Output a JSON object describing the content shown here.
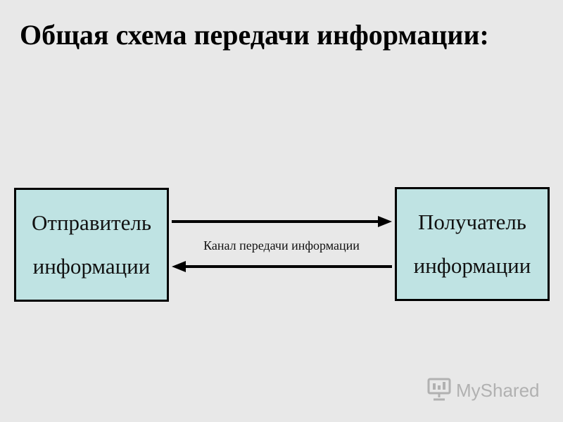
{
  "title": "Общая схема передачи информации:",
  "sender": {
    "line1": "Отправитель",
    "line2": "информации"
  },
  "receiver": {
    "line1": "Получатель",
    "line2": "информации"
  },
  "channel_label": "Канал передачи информации",
  "watermark": "MyShared",
  "colors": {
    "background": "#e8e8e8",
    "box_fill": "#bfe3e3",
    "box_border": "#000000",
    "arrow": "#000000"
  },
  "icons": {
    "watermark": "presentation-board-icon"
  }
}
